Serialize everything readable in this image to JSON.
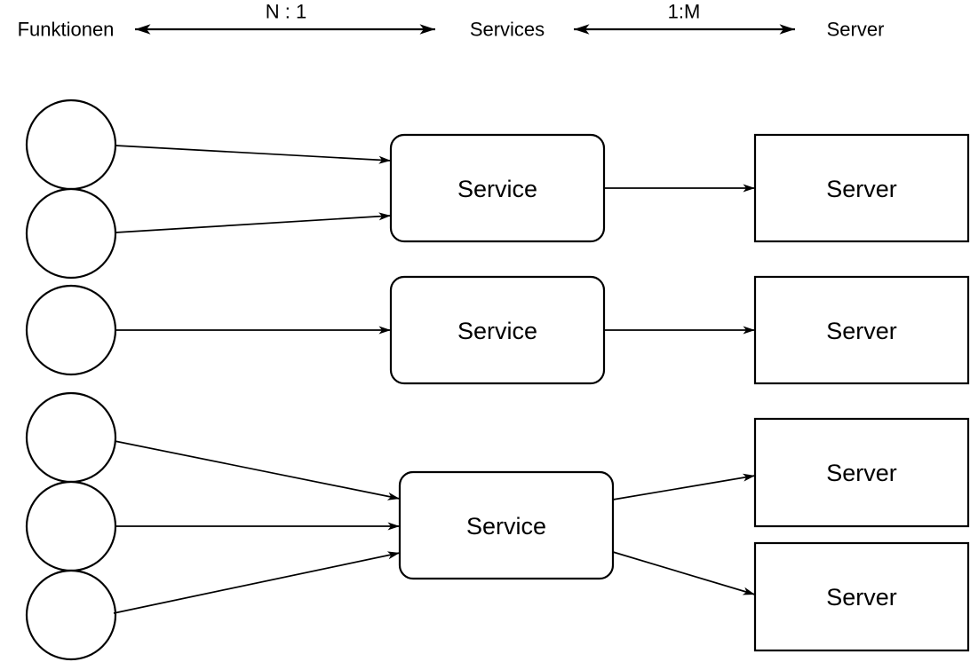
{
  "header": {
    "columns": [
      {
        "label": "Funktionen"
      },
      {
        "label": "Services"
      },
      {
        "label": "Server"
      }
    ],
    "relations": [
      {
        "label": "N : 1"
      },
      {
        "label": "1:M"
      }
    ]
  },
  "diagram": {
    "function_nodes": [
      {
        "id": "funktion-1"
      },
      {
        "id": "funktion-2"
      },
      {
        "id": "funktion-3"
      },
      {
        "id": "funktion-4"
      },
      {
        "id": "funktion-5"
      },
      {
        "id": "funktion-6"
      }
    ],
    "service_nodes": [
      {
        "id": "service-1",
        "label": "Service"
      },
      {
        "id": "service-2",
        "label": "Service"
      },
      {
        "id": "service-3",
        "label": "Service"
      }
    ],
    "server_nodes": [
      {
        "id": "server-1",
        "label": "Server"
      },
      {
        "id": "server-2",
        "label": "Server"
      },
      {
        "id": "server-3",
        "label": "Server"
      },
      {
        "id": "server-4",
        "label": "Server"
      }
    ],
    "edges": [
      {
        "from": "funktion-1",
        "to": "service-1"
      },
      {
        "from": "funktion-2",
        "to": "service-1"
      },
      {
        "from": "funktion-3",
        "to": "service-2"
      },
      {
        "from": "funktion-4",
        "to": "service-3"
      },
      {
        "from": "funktion-5",
        "to": "service-3"
      },
      {
        "from": "funktion-6",
        "to": "service-3"
      },
      {
        "from": "service-1",
        "to": "server-1"
      },
      {
        "from": "service-2",
        "to": "server-2"
      },
      {
        "from": "service-3",
        "to": "server-3"
      },
      {
        "from": "service-3",
        "to": "server-4"
      }
    ]
  },
  "colors": {
    "stroke": "#000000",
    "shape_fill": "#ffffff",
    "background": "#ffffff"
  }
}
